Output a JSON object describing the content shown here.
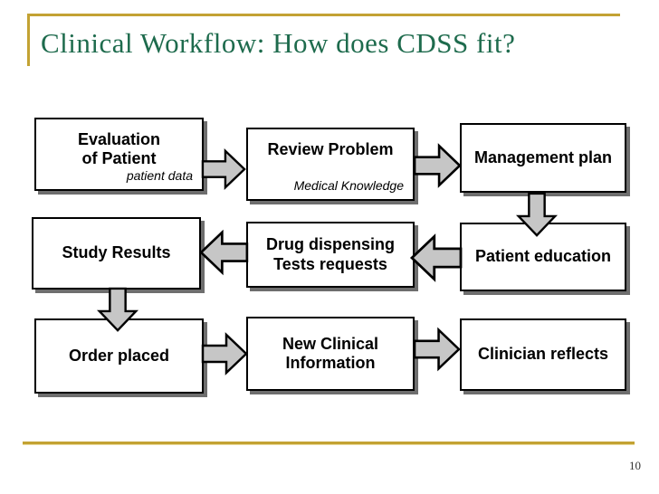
{
  "title": "Clinical Workflow: How does CDSS fit?",
  "page_number": "10",
  "colors": {
    "title-green": "#1E6B4D",
    "accent-gold": "#C3A233",
    "accent-gold-light": "#EADC9E",
    "arrow-fill": "#C6C6C6",
    "box-shadow": "#6E6E6E"
  },
  "diagram": {
    "boxes": {
      "evaluation": {
        "line1": "Evaluation",
        "line2": "of Patient",
        "note": "patient data"
      },
      "review": {
        "line1": "Review Problem",
        "note": "Medical Knowledge"
      },
      "management": {
        "line1": "Management plan"
      },
      "study": {
        "line1": "Study Results"
      },
      "drug": {
        "line1": "Drug dispensing",
        "line2": "Tests requests"
      },
      "education": {
        "line1": "Patient education"
      },
      "order": {
        "line1": "Order placed"
      },
      "newinfo": {
        "line1": "New Clinical",
        "line2": "Information"
      },
      "reflects": {
        "line1": "Clinician reflects"
      }
    },
    "flow": [
      "Evaluation of Patient -> Review Problem",
      "Review Problem -> Management plan",
      "Management plan -> Patient education",
      "Patient education -> Drug dispensing / Tests requests",
      "Drug dispensing / Tests requests -> Study Results",
      "Study Results -> Order placed",
      "Order placed -> New Clinical Information",
      "New Clinical Information -> Clinician reflects"
    ]
  }
}
